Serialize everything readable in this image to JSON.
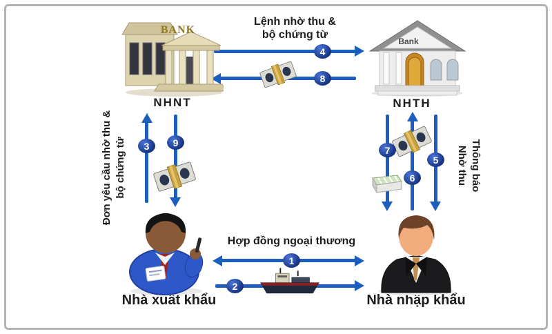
{
  "figure": "documentary-collection-process-diagram",
  "colors": {
    "arrow": "#1b5ebe",
    "badge_dark": "#15307c",
    "badge_light": "#4a74d8",
    "text": "#1c1c1c",
    "frame_border": "#b3b3b3",
    "bank1_wall": "#ddd3ae",
    "bank2_wall": "#ededed",
    "bank2_roof": "#8f8f8f",
    "money_band": "#c9a23e"
  },
  "nodes": {
    "remitting_bank": {
      "label": "NHNT",
      "sign": "BANK"
    },
    "collecting_bank": {
      "label": "NHTH",
      "sign": "Bank"
    },
    "exporter": {
      "label": "Nhà xuất khẩu"
    },
    "importer": {
      "label": "Nhà nhập khẩu"
    }
  },
  "edge_labels": {
    "collection_order": {
      "line1": "Lệnh nhờ thu &",
      "line2": "bộ chứng từ"
    },
    "collection_request": {
      "line1": "Đơn yêu cầu nhờ thu &",
      "line2": "bộ chứng từ"
    },
    "collection_notice": {
      "line1": "Thông báo",
      "line2": "Nhờ thu"
    },
    "trade_contract": "Hợp đồng ngoại thương"
  },
  "steps": {
    "s1": "1",
    "s2": "2",
    "s3": "3",
    "s4": "4",
    "s5": "5",
    "s6": "6",
    "s7": "7",
    "s8": "8",
    "s9": "9"
  },
  "arrows": [
    {
      "step": "1",
      "from": "importer",
      "to": "exporter",
      "style": "double-headed horizontal"
    },
    {
      "step": "2",
      "from": "exporter",
      "to": "importer",
      "icon": "cargo-ship-icon"
    },
    {
      "step": "3",
      "from": "exporter",
      "to": "remitting_bank",
      "direction": "up"
    },
    {
      "step": "4",
      "from": "remitting_bank",
      "to": "collecting_bank",
      "direction": "right"
    },
    {
      "step": "5",
      "from": "collecting_bank",
      "to": "importer",
      "direction": "down"
    },
    {
      "step": "6",
      "from": "importer",
      "to": "collecting_bank",
      "direction": "up",
      "icon": "money-bill-icon"
    },
    {
      "step": "7",
      "from": "collecting_bank",
      "to": "importer",
      "direction": "down",
      "icon": "document-stack-icon"
    },
    {
      "step": "8",
      "from": "collecting_bank",
      "to": "remitting_bank",
      "direction": "left",
      "icon": "money-bill-icon"
    },
    {
      "step": "9",
      "from": "remitting_bank",
      "to": "exporter",
      "direction": "down",
      "icon": "money-bill-icon"
    }
  ],
  "icons": {
    "bank_building": "bank-building-icon",
    "person": "person-icon",
    "money_bill": "money-bill-icon",
    "document_stack": "document-stack-icon",
    "cargo_ship": "cargo-ship-icon"
  }
}
